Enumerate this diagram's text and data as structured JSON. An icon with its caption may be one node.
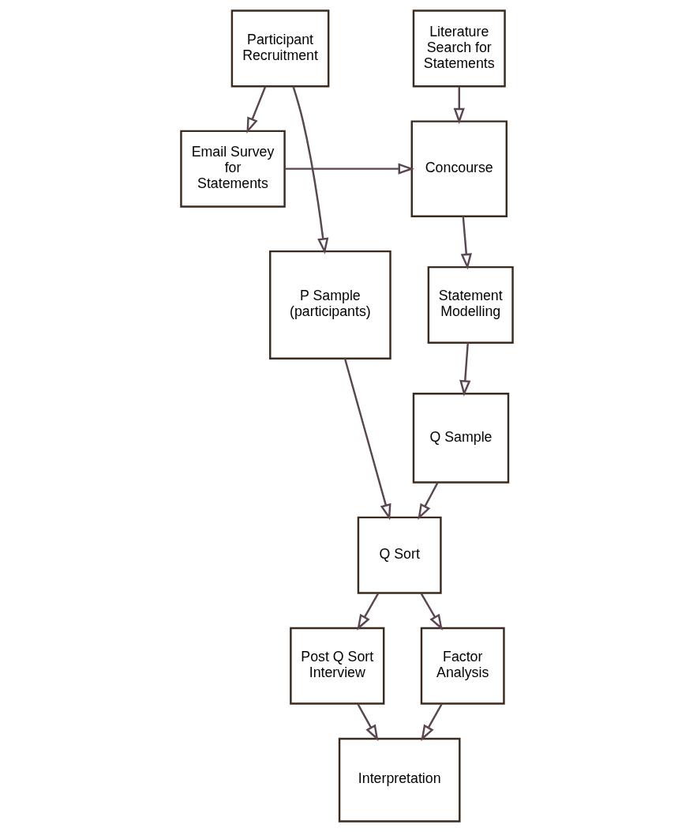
{
  "diagram": {
    "nodes": [
      {
        "text": [
          "Participant Recruitment"
        ]
      },
      {
        "text": [
          "Email Survey for Statements"
        ]
      },
      {
        "text": [
          "Literature Search for Statements"
        ]
      },
      {
        "text": [
          "Concourse"
        ]
      },
      {
        "text": [
          "P Sample (participants)"
        ]
      },
      {
        "text": [
          "Statement Modelling"
        ]
      },
      {
        "text": [
          "Q Sample"
        ]
      },
      {
        "text": [
          "Q Sort"
        ]
      },
      {
        "text": [
          "Post Q Sort Interview"
        ]
      },
      {
        "text": [
          "Factor Analysis"
        ]
      },
      {
        "text": [
          "Interpretation"
        ]
      }
    ],
    "edges": [
      {
        "from": 0,
        "to": 1,
        "arrow": "to"
      },
      {
        "from": 0,
        "to": 4,
        "arrow": "to"
      },
      {
        "from": 2,
        "to": 3,
        "arrow": "to"
      },
      {
        "from": 1,
        "to": 3,
        "arrow": "to"
      },
      {
        "from": 3,
        "to": 5,
        "arrow": "to"
      },
      {
        "from": 5,
        "to": 6,
        "arrow": "to"
      },
      {
        "from": 4,
        "to": 7,
        "arrow": "to"
      },
      {
        "from": 6,
        "to": 7,
        "arrow": "to"
      },
      {
        "from": 7,
        "to": 8,
        "arrow": "to"
      },
      {
        "from": 7,
        "to": 9,
        "arrow": "to"
      },
      {
        "from": 8,
        "to": 10,
        "arrow": "to"
      },
      {
        "from": 9,
        "to": 10,
        "arrow": "to"
      }
    ]
  }
}
